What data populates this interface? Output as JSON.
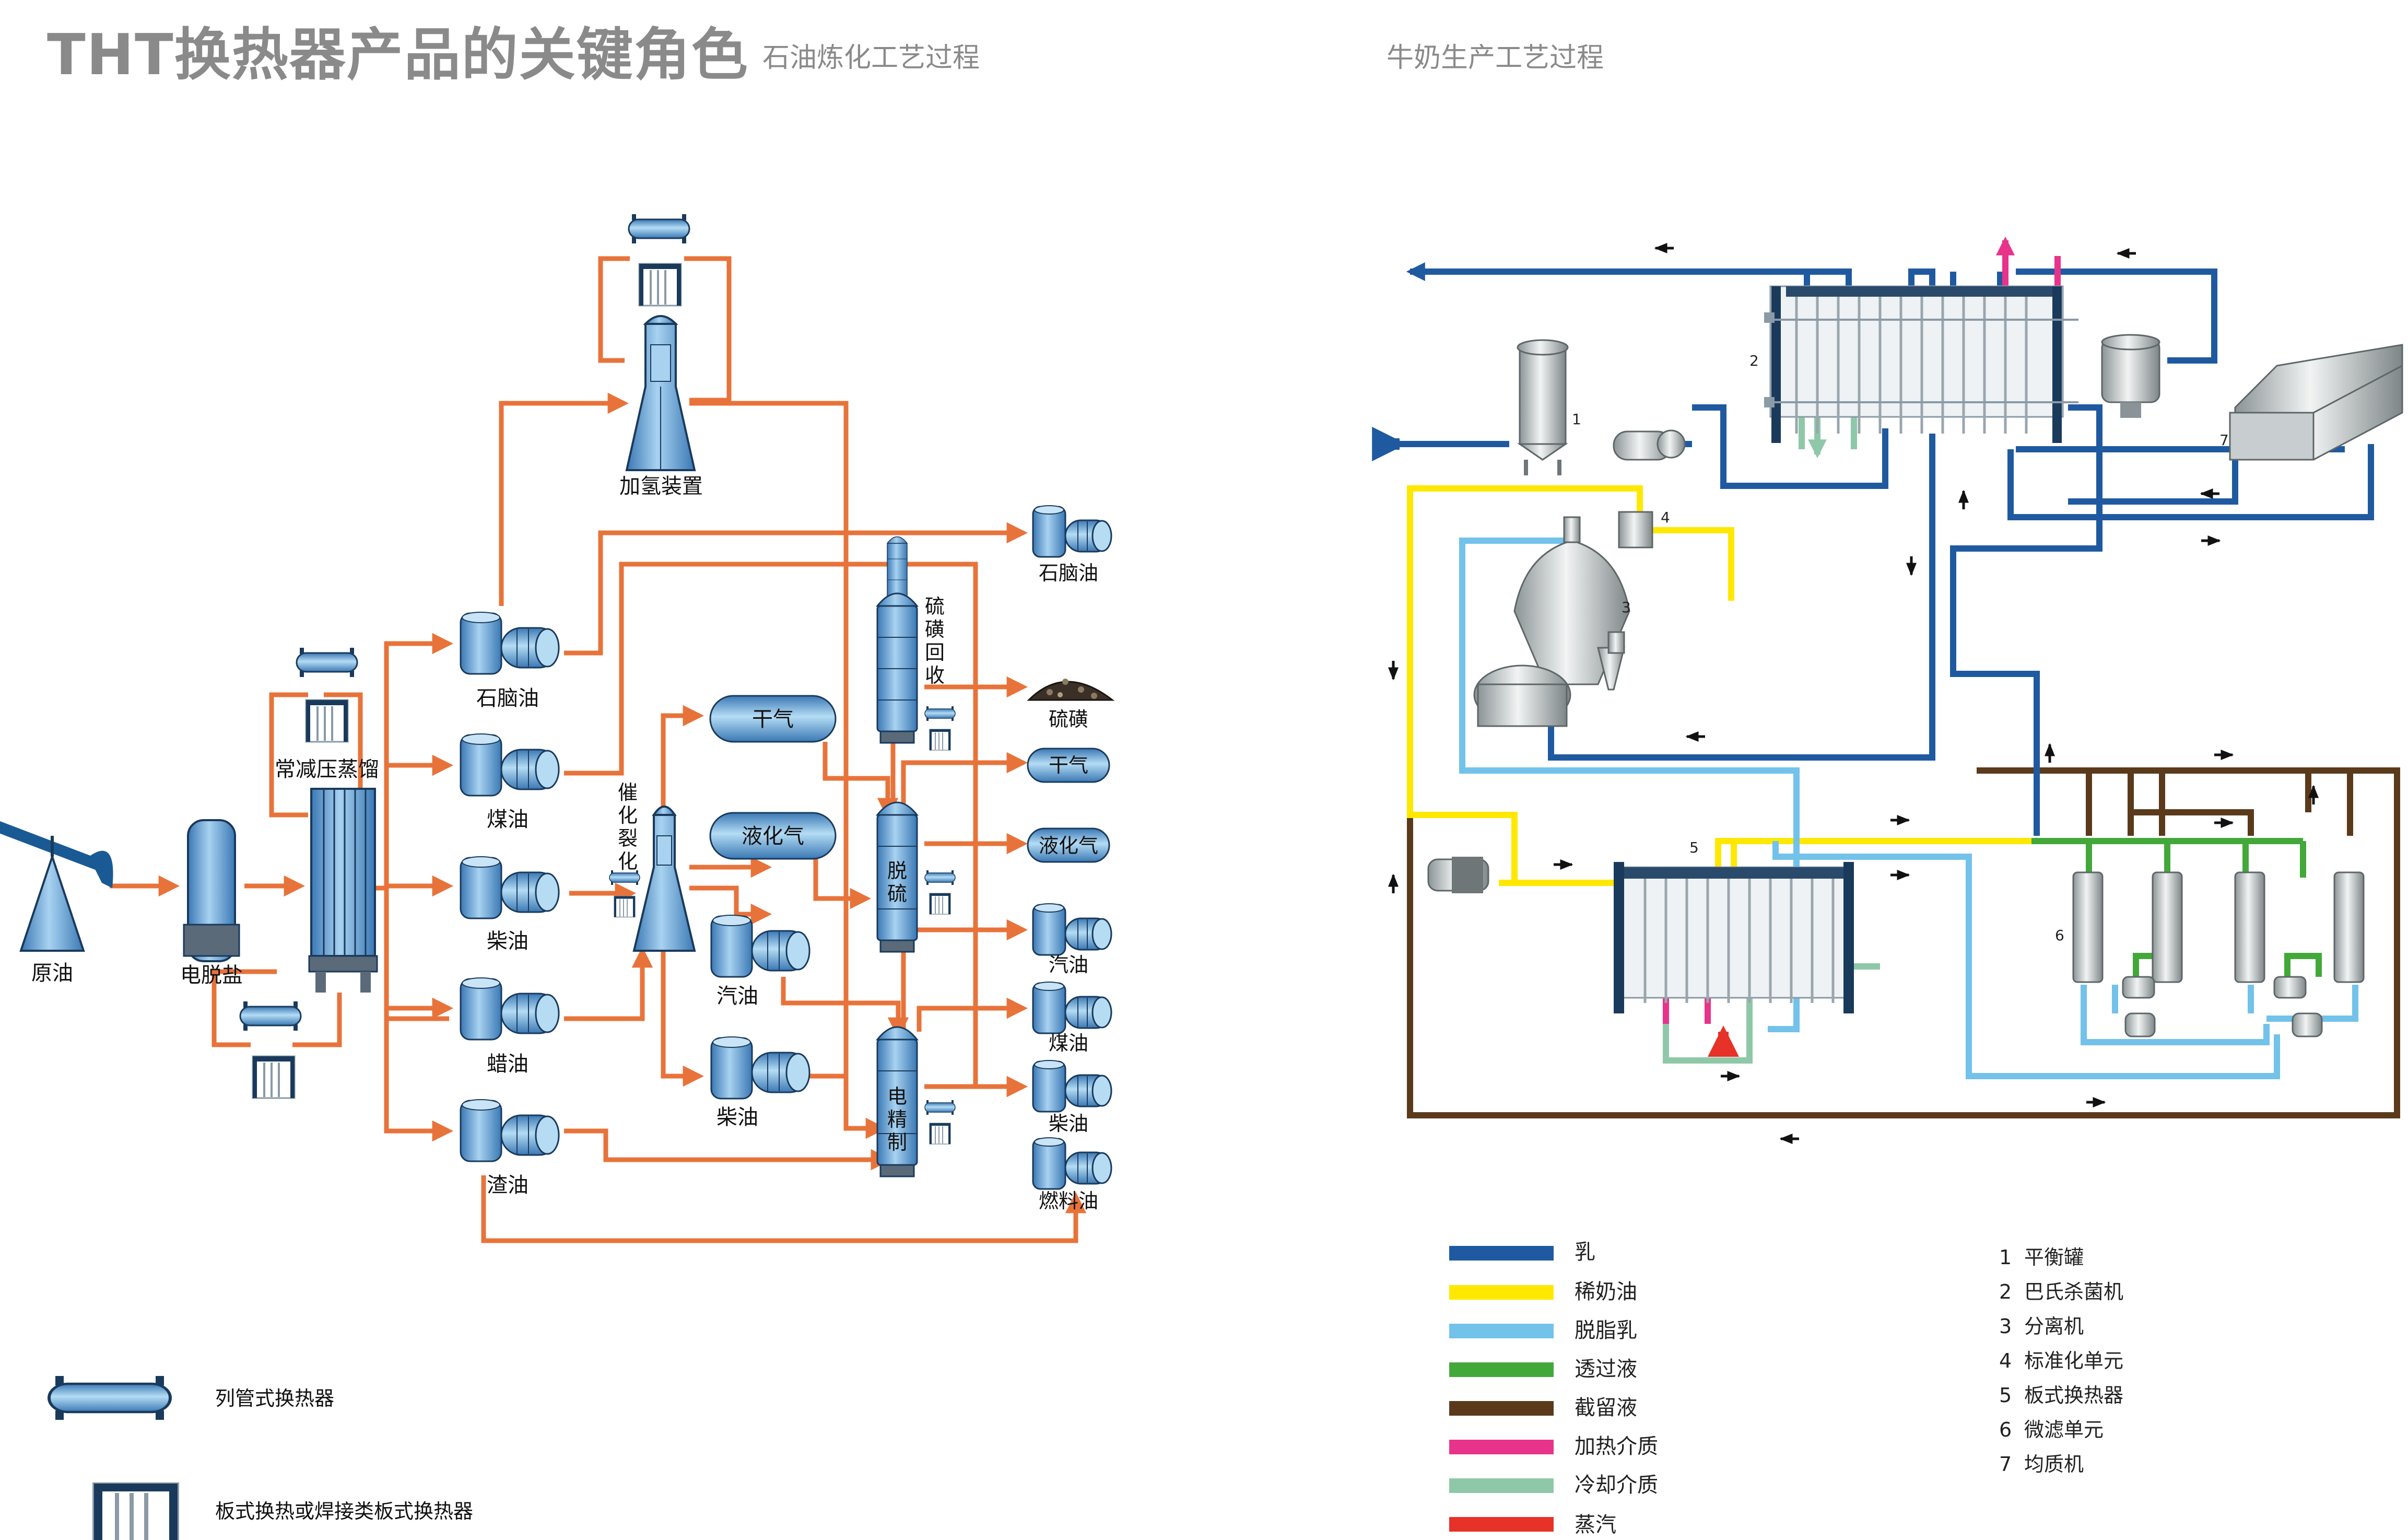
{
  "header": {
    "title": "THT换热器产品的关键角色",
    "petro_subtitle": "石油炼化工艺过程",
    "milk_subtitle": "牛奶生产工艺过程"
  },
  "colors": {
    "pipe_orange": "#e8733a",
    "equip_blue": "#5b9ad0",
    "milk": "#1f5aa0",
    "cream": "#ffe800",
    "skim": "#72c2ea",
    "permeate": "#43a83a",
    "retentate": "#5a3a1a",
    "heating": "#e8338a",
    "cooling": "#8ec8a8",
    "steam": "#e63228"
  },
  "petro": {
    "crude": "原油",
    "desalter": "电脱盐",
    "distill": "常减压蒸馏",
    "hydro": "加氢装置",
    "fcc": "催化裂化",
    "sulfur_recovery": "硫磺回收",
    "desulf": "脱硫",
    "refine": "电精制",
    "products_left": [
      "石脑油",
      "煤油",
      "柴油",
      "蜡油",
      "渣油"
    ],
    "gas_dry": "干气",
    "gas_lpg": "液化气",
    "mid_gasoline": "汽油",
    "mid_diesel": "柴油",
    "out_naphtha": "石脑油",
    "out_sulfur": "硫磺",
    "out_dry": "干气",
    "out_lpg": "液化气",
    "out_gasoline": "汽油",
    "out_kerosene": "煤油",
    "out_diesel": "柴油",
    "out_fuel": "燃料油"
  },
  "legend_left": {
    "shell_tube": "列管式换热器",
    "plate": "板式换热或焊接类板式换热器"
  },
  "milk_legend": [
    {
      "label": "乳",
      "color": "#1f5aa0"
    },
    {
      "label": "稀奶油",
      "color": "#ffe800"
    },
    {
      "label": "脱脂乳",
      "color": "#72c2ea"
    },
    {
      "label": "透过液",
      "color": "#43a83a"
    },
    {
      "label": "截留液",
      "color": "#5a3a1a"
    },
    {
      "label": "加热介质",
      "color": "#e8338a"
    },
    {
      "label": "冷却介质",
      "color": "#8ec8a8"
    },
    {
      "label": "蒸汽",
      "color": "#e63228"
    }
  ],
  "milk_numbers": [
    "1",
    "2",
    "3",
    "4",
    "5",
    "6",
    "7"
  ],
  "milk_equipment": [
    {
      "num": "1",
      "name": "平衡罐"
    },
    {
      "num": "2",
      "name": "巴氏杀菌机"
    },
    {
      "num": "3",
      "name": "分离机"
    },
    {
      "num": "4",
      "name": "标准化单元"
    },
    {
      "num": "5",
      "name": "板式换热器"
    },
    {
      "num": "6",
      "name": "微滤单元"
    },
    {
      "num": "7",
      "name": "均质机"
    }
  ]
}
